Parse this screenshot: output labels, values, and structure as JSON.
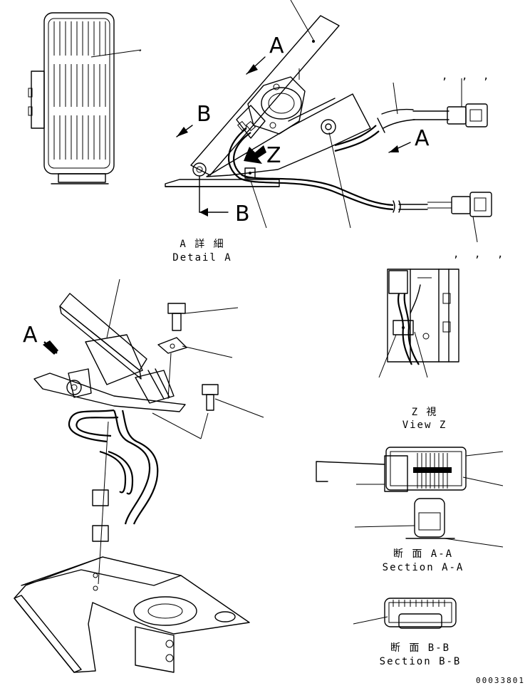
{
  "callouts": {
    "a_top": "A",
    "a_right": "A",
    "a_iso": "A",
    "b_left": "B",
    "b_bottom": "B",
    "z_arrow": "Z"
  },
  "captions": {
    "detail_a_jp": "A 詳 細",
    "detail_a_en": "Detail A",
    "view_z_jp": "Z 視",
    "view_z_en": "View Z",
    "section_aa_jp": "断 面 A-A",
    "section_aa_en": "Section A-A",
    "section_bb_jp": "断 面 B-B",
    "section_bb_en": "Section B-B"
  },
  "connector_commas_top": [
    ",",
    ",",
    ","
  ],
  "connector_commas_bottom": [
    ",",
    ",",
    ","
  ],
  "drawing_number": "00033801"
}
